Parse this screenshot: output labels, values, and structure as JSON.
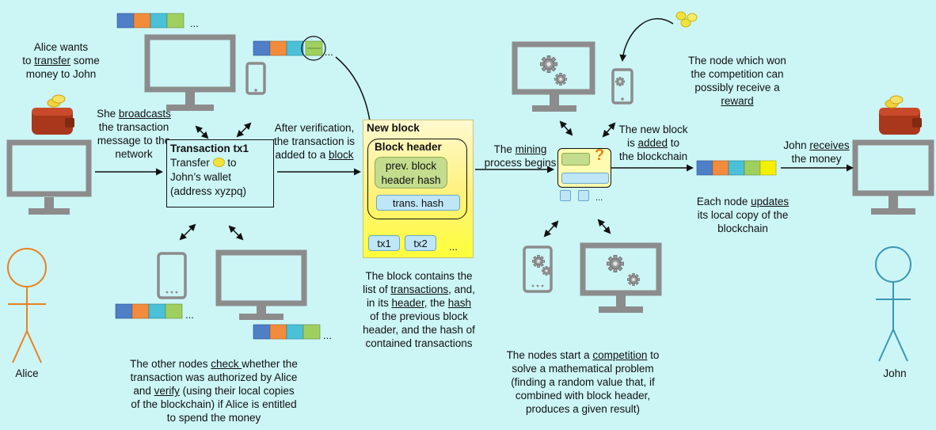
{
  "alice": {
    "intro_l1": "Alice wants",
    "intro_l2_pre": "to ",
    "intro_l2_u": "transfer",
    "intro_l2_post": " some",
    "intro_l3": "money to John",
    "broadcast_l1_pre": "She ",
    "broadcast_l1_u": "broadcasts",
    "broadcast_l2": "the transaction",
    "broadcast_l3": "message to the",
    "broadcast_l4": "network",
    "name": "Alice"
  },
  "transaction": {
    "title": "Transaction tx1",
    "line1_pre": "Transfer",
    "line1_post": "to",
    "line2": "John’s wallet",
    "line3": "(address xyzpq)"
  },
  "verification": {
    "l1": "After verification,",
    "l2": "the transaction is",
    "l3_pre": "added to a ",
    "l3_u": "block"
  },
  "block": {
    "title": "New block",
    "header_title": "Block header",
    "prev_l1": "prev. block",
    "prev_l2": "header  hash",
    "trans_hash": "trans. hash",
    "tx1": "tx1",
    "tx2": "tx2",
    "more": "...",
    "desc_l1": "The block contains the",
    "desc_l2_pre": "list of ",
    "desc_l2_u": "transactions",
    "desc_l2_post": ", and,",
    "desc_l3_pre": "in its ",
    "desc_l3_u1": "header",
    "desc_l3_mid": ", the ",
    "desc_l3_u2": "hash",
    "desc_l4": "of the previous block",
    "desc_l5": "header, and the hash of",
    "desc_l6": "contained transactions"
  },
  "check": {
    "l1_pre": "The other nodes ",
    "l1_u": "check ",
    "l1_post": "whether the",
    "l2": "transaction was authorized by Alice",
    "l3_pre": "and ",
    "l3_u": "verify",
    "l3_post": " (using their local copies",
    "l4": "of the blockchain) if Alice is entitled",
    "l5": "to spend the money"
  },
  "mining": {
    "l1_pre": "The ",
    "l1_u": "mining",
    "l2": "process begins",
    "question": "?",
    "comp_l1_pre": "The nodes start a ",
    "comp_l1_u": "competition",
    "comp_l1_post": " to",
    "comp_l2": "solve a mathematical problem",
    "comp_l3": "(finding a random value that, if",
    "comp_l4": "combined with block header,",
    "comp_l5": "produces a given result)"
  },
  "reward": {
    "l1": "The node which won",
    "l2": "the competition can",
    "l3": "possibly receive a",
    "l4_u": "reward"
  },
  "added": {
    "l1": "The new block",
    "l2_pre": "is ",
    "l2_u": "added",
    "l2_post": " to",
    "l3": "the blockchain"
  },
  "updates": {
    "l1_pre": "Each node ",
    "l1_u": "updates",
    "l2": "its local copy of the",
    "l3": "blockchain"
  },
  "john": {
    "recv_l1_pre": "John ",
    "recv_l1_u": "receives",
    "recv_l2": "the money",
    "name": "John"
  },
  "ellipsis": "...",
  "colors": {
    "background": "#ccf5f6",
    "monitor": "#8c8c8c",
    "alice": "#e8821e",
    "john": "#3c97b5",
    "block_yellow": "#ffff3a",
    "chain": [
      "#4f7fc7",
      "#f28c3c",
      "#4bc0d9",
      "#9fcf5f",
      "#f5f000"
    ]
  },
  "icons": [
    "monitor-icon",
    "phone-icon",
    "tablet-icon",
    "wallet-icon",
    "coin-icon",
    "gear-icon",
    "person-icon"
  ]
}
